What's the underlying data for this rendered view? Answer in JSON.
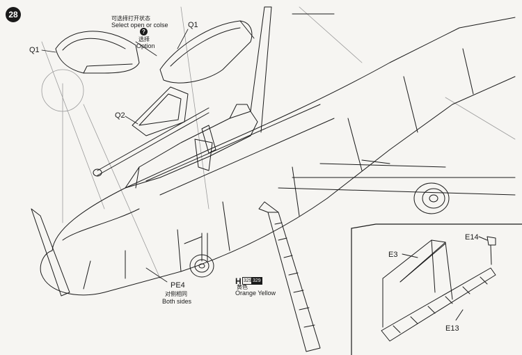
{
  "step": {
    "number": "28"
  },
  "callouts": {
    "select_cn": "可选择打开状态",
    "select_en": "Select open or colse",
    "option_icon": "?",
    "option_cn": "选择",
    "option_en": "Option",
    "q1_left": "Q1",
    "q1_right": "Q1",
    "q2": "Q2",
    "pe4": "PE4",
    "pe4_cn": "对侧相同",
    "pe4_en": "Both sides",
    "paint_letter": "H",
    "paint_code_a": "329",
    "paint_code_b": "329",
    "paint_cn": "黄色",
    "paint_en": "Orange Yellow"
  },
  "inset": {
    "e3": "E3",
    "e14": "E14",
    "e13": "E13"
  },
  "colors": {
    "ink": "#1a1a1a",
    "paper": "#f6f5f2"
  }
}
